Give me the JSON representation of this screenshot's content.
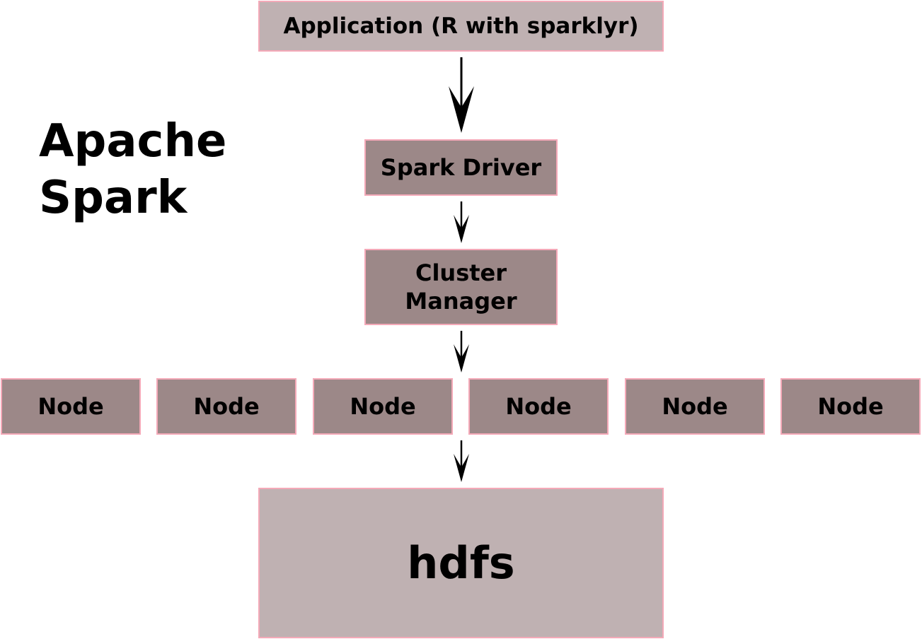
{
  "diagram": {
    "title": "Apache Spark",
    "application": "Application (R with sparklyr)",
    "driver": "Spark Driver",
    "cluster_manager": "Cluster Manager",
    "nodes": [
      "Node",
      "Node",
      "Node",
      "Node",
      "Node",
      "Node"
    ],
    "storage": "hdfs"
  },
  "colors": {
    "box_light": "#bfb1b2",
    "box_dark": "#9c8888",
    "box_border": "#f4a9b8",
    "arrow": "#000000"
  }
}
